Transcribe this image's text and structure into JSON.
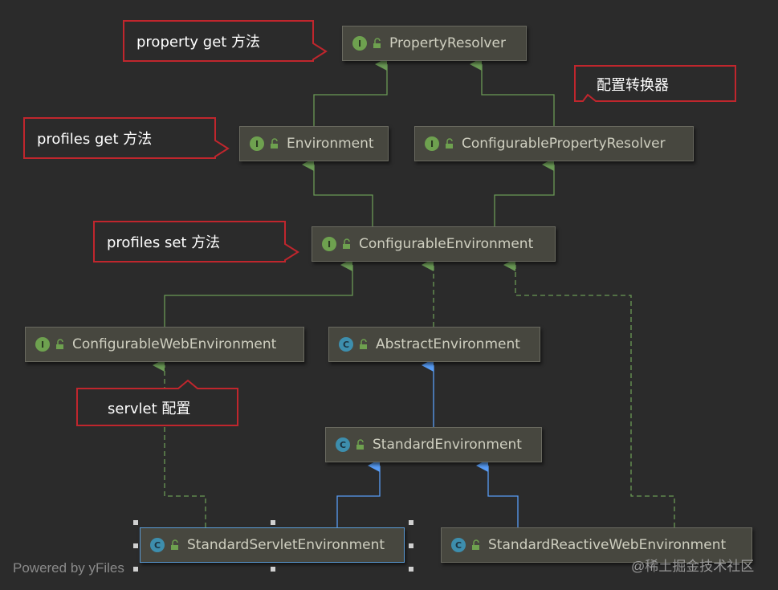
{
  "nodes": {
    "property_resolver": {
      "badge": "I",
      "label": "PropertyResolver"
    },
    "environment": {
      "badge": "I",
      "label": "Environment"
    },
    "configurable_property_resolver": {
      "badge": "I",
      "label": "ConfigurablePropertyResolver"
    },
    "configurable_environment": {
      "badge": "I",
      "label": "ConfigurableEnvironment"
    },
    "configurable_web_environment": {
      "badge": "I",
      "label": "ConfigurableWebEnvironment"
    },
    "abstract_environment": {
      "badge": "C",
      "label": "AbstractEnvironment"
    },
    "standard_environment": {
      "badge": "C",
      "label": "StandardEnvironment"
    },
    "standard_servlet_environment": {
      "badge": "C",
      "label": "StandardServletEnvironment"
    },
    "standard_reactive_web_environment": {
      "badge": "C",
      "label": "StandardReactiveWebEnvironment"
    }
  },
  "callouts": {
    "property_get": "property get  方法",
    "config_converter": "配置转换器",
    "profiles_get": "profiles get  方法",
    "profiles_set": "profiles set  方法",
    "servlet_config": "servlet 配置"
  },
  "footer": {
    "powered_by": "Powered by yFiles",
    "watermark": "@稀土掘金技术社区"
  },
  "colors": {
    "interface_edge": "#6a9955",
    "class_edge": "#589df6",
    "callout_border": "#c0262d",
    "background": "#2b2b2b"
  }
}
